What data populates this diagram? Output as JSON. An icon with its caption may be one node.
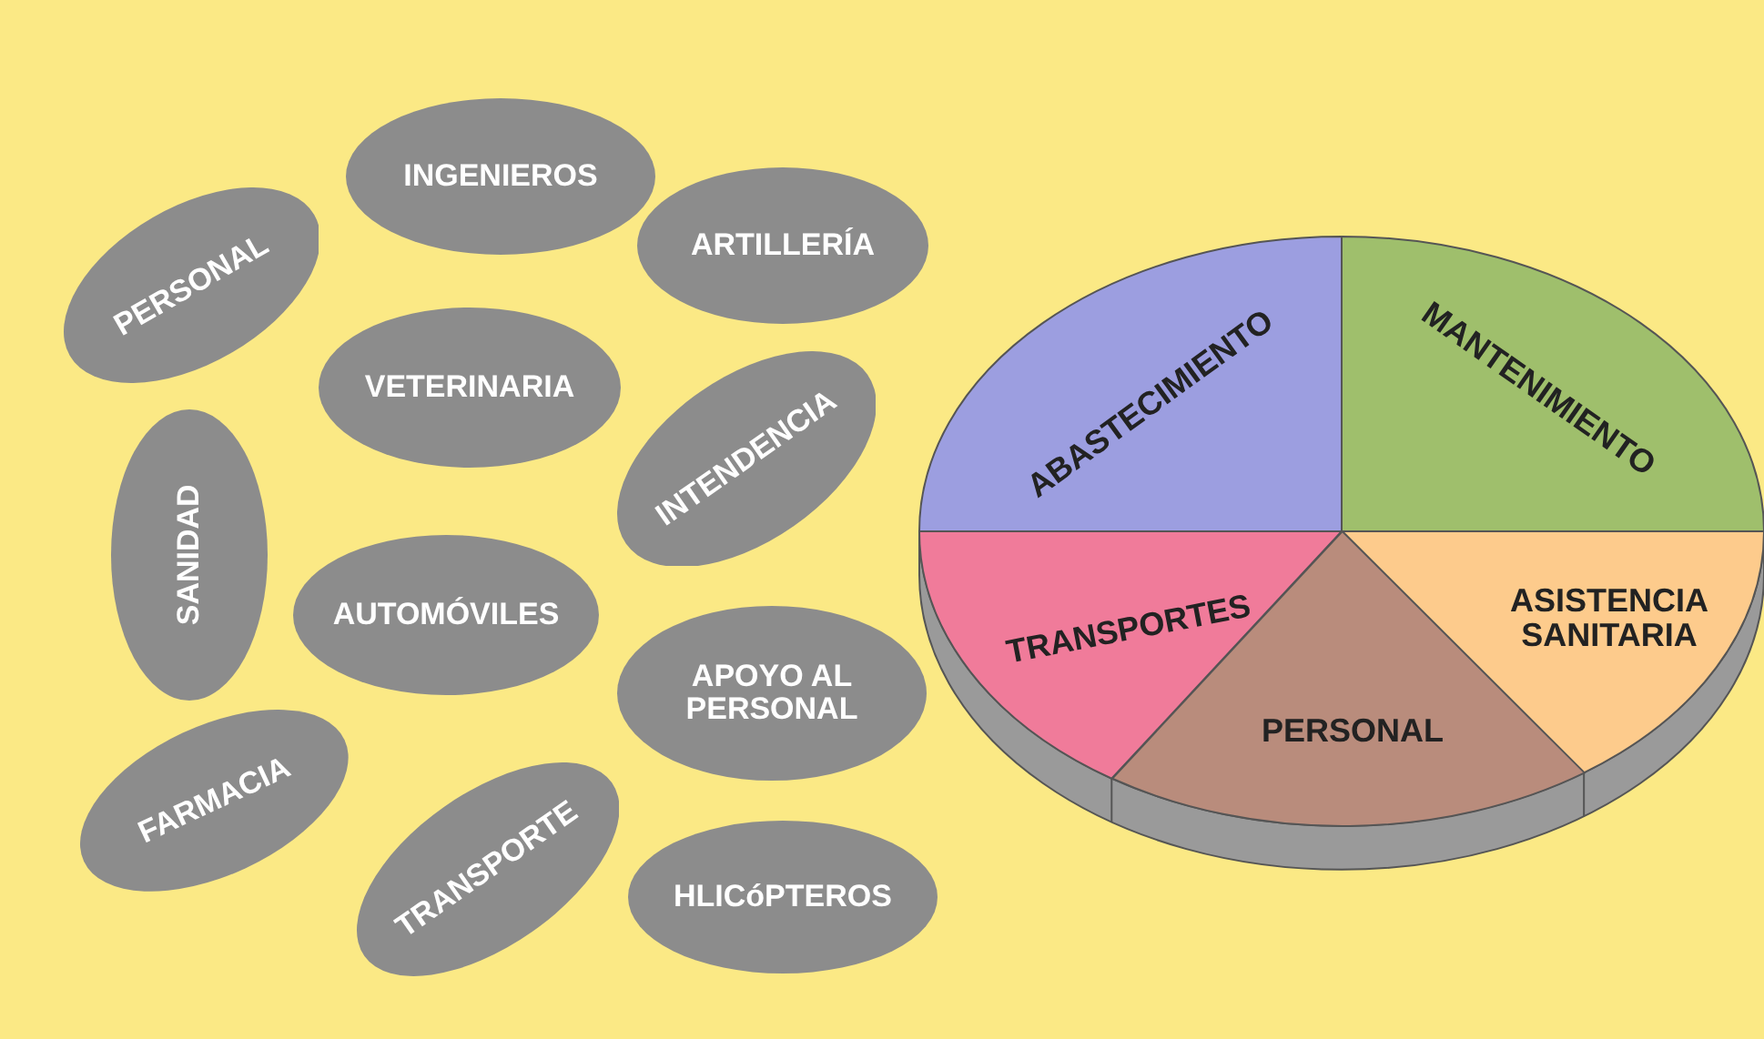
{
  "diagram": {
    "nodes": [
      {
        "text": [
          "INGENIEROS"
        ]
      },
      {
        "text": [
          "ARTILLERÍA"
        ]
      },
      {
        "text": [
          "PERSONAL"
        ]
      },
      {
        "text": [
          "VETERINARIA"
        ]
      },
      {
        "text": [
          "INTENDENCIA"
        ]
      },
      {
        "text": [
          "SANIDAD"
        ]
      },
      {
        "text": [
          "AUTOMÓVILES"
        ]
      },
      {
        "text": [
          "APOYO AL PERSONAL"
        ]
      },
      {
        "text": [
          "FARMACIA"
        ]
      },
      {
        "text": [
          "TRANSPORTE"
        ]
      },
      {
        "text": [
          "HLICóPTEROS"
        ]
      },
      {
        "text": [
          "ABASTECIMIENTO"
        ]
      },
      {
        "text": [
          "MANTENIMIENTO"
        ]
      },
      {
        "text": [
          "TRANSPORTES"
        ]
      },
      {
        "text": [
          "ASISTENCIA SANITARIA"
        ]
      },
      {
        "text": [
          "PERSONAL"
        ]
      }
    ]
  }
}
